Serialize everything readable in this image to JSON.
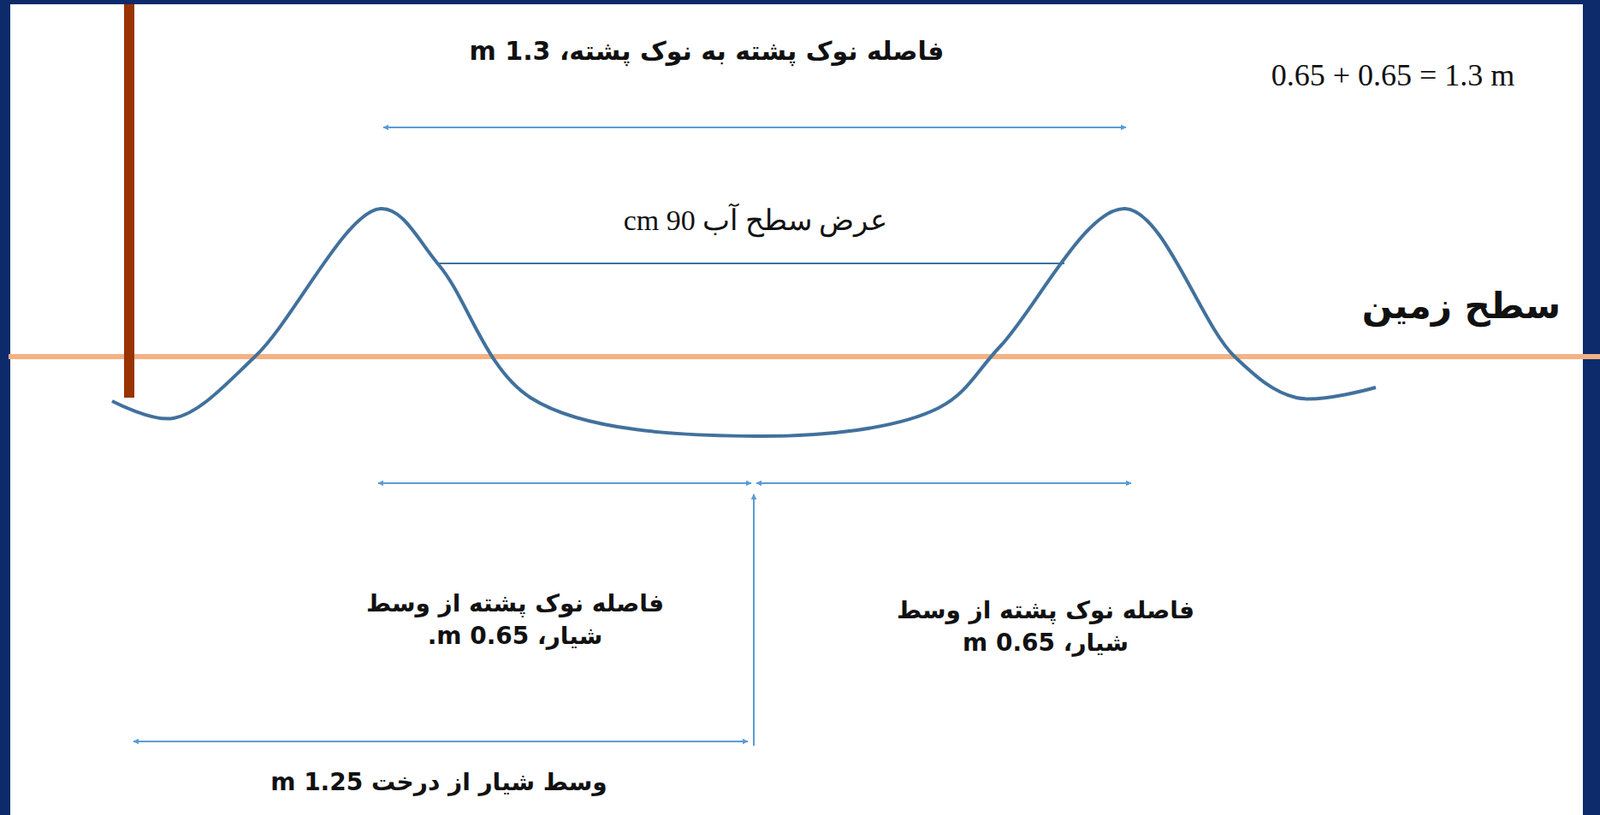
{
  "diagram": {
    "labels": [
      "فاصله نوک پشته به نوک پشته، 1.3 m",
      "0.65 + 0.65 = 1.3 m",
      "عرض سطح آب 90 cm",
      "سطح زمین",
      "فاصله نوک پشته از وسط شیار، 0.65 m.",
      "فاصله نوک پشته از وسط شیار، 0.65 m",
      "وسط شیار از درخت 1.25 m"
    ]
  }
}
